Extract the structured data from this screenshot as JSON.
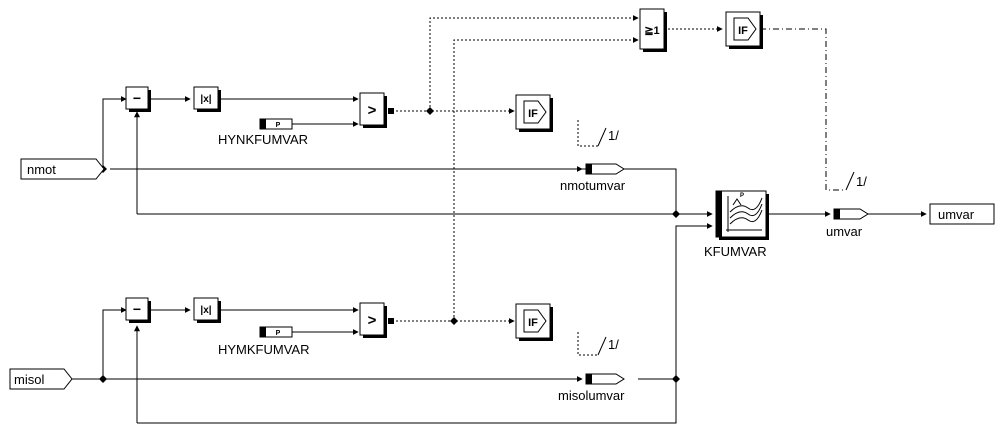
{
  "ports": {
    "in_nmot": "nmot",
    "in_misol": "misol",
    "out_umvar": "umvar"
  },
  "params": {
    "hynk": "HYNKFUMVAR",
    "hymk": "HYMKFUMVAR",
    "map": "KFUMVAR"
  },
  "measurements": {
    "nmotumvar": "nmotumvar",
    "misolumvar": "misolumvar",
    "umvar": "umvar"
  },
  "glyphs": {
    "minus": "−",
    "abs": "|x|",
    "greater": ">",
    "or": "≧1",
    "if": "IF",
    "p": "P"
  },
  "conditions": {
    "upper_if": "1/",
    "lower_if": "1/",
    "output_if": "1/"
  }
}
